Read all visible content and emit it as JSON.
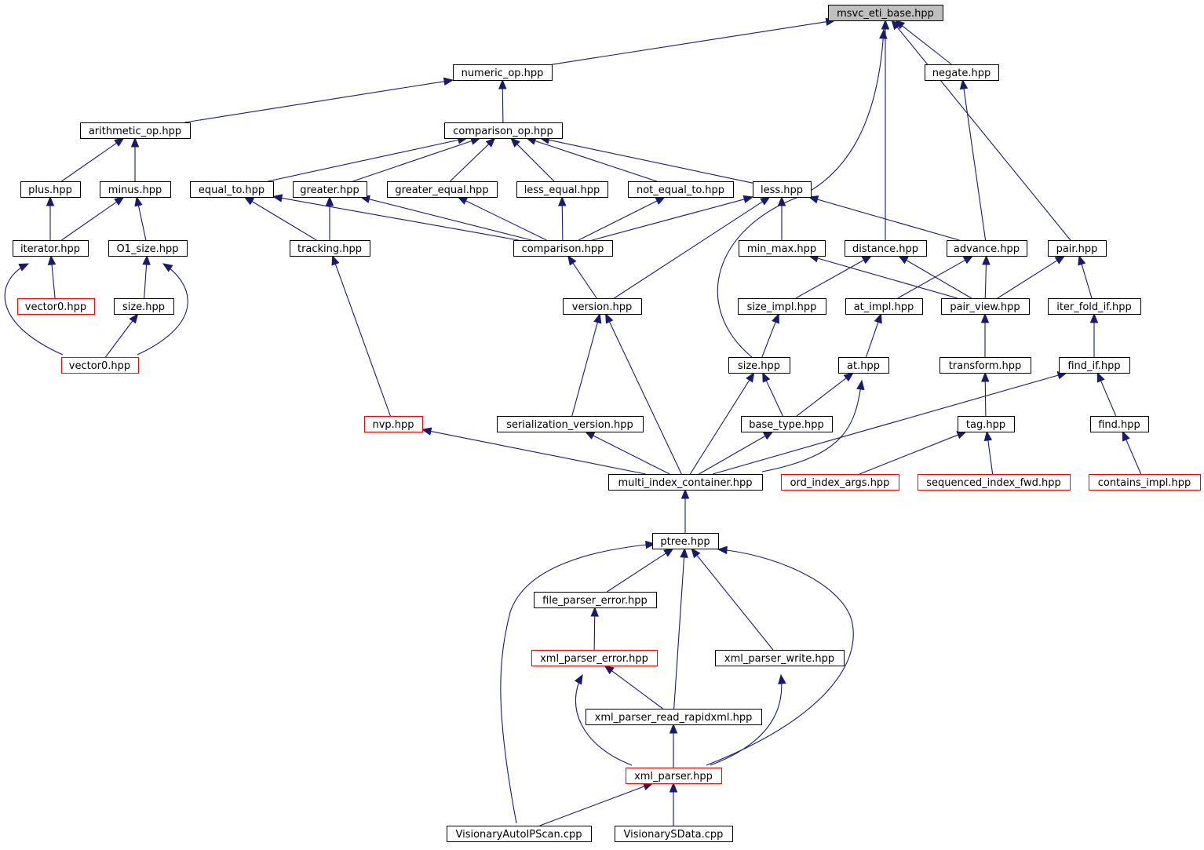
{
  "colors": {
    "edge": "#191970",
    "node_border": "#000000",
    "node_border_incomplete": "#ff0000",
    "root_fill": "#bfbfbf"
  },
  "nodes": [
    {
      "id": "msvc_eti_base",
      "label": "msvc_eti_base.hpp",
      "style": "root"
    },
    {
      "id": "numeric_op",
      "label": "numeric_op.hpp",
      "style": "normal"
    },
    {
      "id": "negate",
      "label": "negate.hpp",
      "style": "normal"
    },
    {
      "id": "arithmetic_op",
      "label": "arithmetic_op.hpp",
      "style": "normal"
    },
    {
      "id": "comparison_op",
      "label": "comparison_op.hpp",
      "style": "normal"
    },
    {
      "id": "plus",
      "label": "plus.hpp",
      "style": "normal"
    },
    {
      "id": "minus",
      "label": "minus.hpp",
      "style": "normal"
    },
    {
      "id": "equal_to",
      "label": "equal_to.hpp",
      "style": "normal"
    },
    {
      "id": "greater",
      "label": "greater.hpp",
      "style": "normal"
    },
    {
      "id": "greater_equal",
      "label": "greater_equal.hpp",
      "style": "normal"
    },
    {
      "id": "less_equal",
      "label": "less_equal.hpp",
      "style": "normal"
    },
    {
      "id": "not_equal_to",
      "label": "not_equal_to.hpp",
      "style": "normal"
    },
    {
      "id": "less",
      "label": "less.hpp",
      "style": "normal"
    },
    {
      "id": "iterator",
      "label": "iterator.hpp",
      "style": "normal"
    },
    {
      "id": "o1_size",
      "label": "O1_size.hpp",
      "style": "normal"
    },
    {
      "id": "tracking",
      "label": "tracking.hpp",
      "style": "normal"
    },
    {
      "id": "comparison",
      "label": "comparison.hpp",
      "style": "normal"
    },
    {
      "id": "min_max",
      "label": "min_max.hpp",
      "style": "normal"
    },
    {
      "id": "distance",
      "label": "distance.hpp",
      "style": "normal"
    },
    {
      "id": "advance",
      "label": "advance.hpp",
      "style": "normal"
    },
    {
      "id": "pair",
      "label": "pair.hpp",
      "style": "normal"
    },
    {
      "id": "vector0_a",
      "label": "vector0.hpp",
      "style": "red"
    },
    {
      "id": "size_a",
      "label": "size.hpp",
      "style": "normal"
    },
    {
      "id": "version",
      "label": "version.hpp",
      "style": "normal"
    },
    {
      "id": "size_impl",
      "label": "size_impl.hpp",
      "style": "normal"
    },
    {
      "id": "at_impl",
      "label": "at_impl.hpp",
      "style": "normal"
    },
    {
      "id": "pair_view",
      "label": "pair_view.hpp",
      "style": "normal"
    },
    {
      "id": "iter_fold_if",
      "label": "iter_fold_if.hpp",
      "style": "normal"
    },
    {
      "id": "vector0_b",
      "label": "vector0.hpp",
      "style": "red"
    },
    {
      "id": "size_b",
      "label": "size.hpp",
      "style": "normal"
    },
    {
      "id": "at",
      "label": "at.hpp",
      "style": "normal"
    },
    {
      "id": "transform",
      "label": "transform.hpp",
      "style": "normal"
    },
    {
      "id": "find_if",
      "label": "find_if.hpp",
      "style": "normal"
    },
    {
      "id": "nvp",
      "label": "nvp.hpp",
      "style": "red"
    },
    {
      "id": "serialization_version",
      "label": "serialization_version.hpp",
      "style": "normal"
    },
    {
      "id": "base_type",
      "label": "base_type.hpp",
      "style": "normal"
    },
    {
      "id": "tag",
      "label": "tag.hpp",
      "style": "normal"
    },
    {
      "id": "find",
      "label": "find.hpp",
      "style": "normal"
    },
    {
      "id": "multi_index_container",
      "label": "multi_index_container.hpp",
      "style": "normal"
    },
    {
      "id": "ord_index_args",
      "label": "ord_index_args.hpp",
      "style": "red"
    },
    {
      "id": "sequenced_index_fwd",
      "label": "sequenced_index_fwd.hpp",
      "style": "red"
    },
    {
      "id": "contains_impl",
      "label": "contains_impl.hpp",
      "style": "red"
    },
    {
      "id": "ptree",
      "label": "ptree.hpp",
      "style": "normal"
    },
    {
      "id": "file_parser_error",
      "label": "file_parser_error.hpp",
      "style": "normal"
    },
    {
      "id": "xml_parser_error",
      "label": "xml_parser_error.hpp",
      "style": "red"
    },
    {
      "id": "xml_parser_write",
      "label": "xml_parser_write.hpp",
      "style": "normal"
    },
    {
      "id": "xml_parser_read_rapidxml",
      "label": "xml_parser_read_rapidxml.hpp",
      "style": "normal"
    },
    {
      "id": "xml_parser",
      "label": "xml_parser.hpp",
      "style": "red"
    },
    {
      "id": "visionary_autoip",
      "label": "VisionaryAutoIPScan.cpp",
      "style": "normal"
    },
    {
      "id": "visionary_sdata",
      "label": "VisionarySData.cpp",
      "style": "normal"
    }
  ],
  "edges": [
    {
      "from": "numeric_op",
      "to": "msvc_eti_base"
    },
    {
      "from": "negate",
      "to": "msvc_eti_base"
    },
    {
      "from": "pair",
      "to": "msvc_eti_base"
    },
    {
      "from": "distance",
      "to": "msvc_eti_base"
    },
    {
      "from": "size_b",
      "to": "msvc_eti_base"
    },
    {
      "from": "arithmetic_op",
      "to": "numeric_op"
    },
    {
      "from": "comparison_op",
      "to": "numeric_op"
    },
    {
      "from": "plus",
      "to": "arithmetic_op"
    },
    {
      "from": "minus",
      "to": "arithmetic_op"
    },
    {
      "from": "equal_to",
      "to": "comparison_op"
    },
    {
      "from": "greater",
      "to": "comparison_op"
    },
    {
      "from": "greater_equal",
      "to": "comparison_op"
    },
    {
      "from": "less_equal",
      "to": "comparison_op"
    },
    {
      "from": "not_equal_to",
      "to": "comparison_op"
    },
    {
      "from": "less",
      "to": "comparison_op"
    },
    {
      "from": "iterator",
      "to": "plus"
    },
    {
      "from": "iterator",
      "to": "minus"
    },
    {
      "from": "o1_size",
      "to": "minus"
    },
    {
      "from": "tracking",
      "to": "equal_to"
    },
    {
      "from": "tracking",
      "to": "greater"
    },
    {
      "from": "comparison",
      "to": "equal_to"
    },
    {
      "from": "comparison",
      "to": "greater"
    },
    {
      "from": "comparison",
      "to": "greater_equal"
    },
    {
      "from": "comparison",
      "to": "less_equal"
    },
    {
      "from": "comparison",
      "to": "not_equal_to"
    },
    {
      "from": "comparison",
      "to": "less"
    },
    {
      "from": "min_max",
      "to": "less"
    },
    {
      "from": "advance",
      "to": "less"
    },
    {
      "from": "version",
      "to": "less"
    },
    {
      "from": "advance",
      "to": "negate"
    },
    {
      "from": "vector0_a",
      "to": "iterator"
    },
    {
      "from": "vector0_b",
      "to": "iterator"
    },
    {
      "from": "size_a",
      "to": "o1_size"
    },
    {
      "from": "vector0_b",
      "to": "o1_size"
    },
    {
      "from": "vector0_b",
      "to": "size_a"
    },
    {
      "from": "version",
      "to": "comparison"
    },
    {
      "from": "pair_view",
      "to": "min_max"
    },
    {
      "from": "size_impl",
      "to": "distance"
    },
    {
      "from": "pair_view",
      "to": "distance"
    },
    {
      "from": "at_impl",
      "to": "advance"
    },
    {
      "from": "pair_view",
      "to": "advance"
    },
    {
      "from": "pair_view",
      "to": "pair"
    },
    {
      "from": "iter_fold_if",
      "to": "pair"
    },
    {
      "from": "size_b",
      "to": "size_impl"
    },
    {
      "from": "at",
      "to": "at_impl"
    },
    {
      "from": "transform",
      "to": "pair_view"
    },
    {
      "from": "find_if",
      "to": "iter_fold_if"
    },
    {
      "from": "nvp",
      "to": "tracking"
    },
    {
      "from": "serialization_version",
      "to": "version"
    },
    {
      "from": "multi_index_container",
      "to": "version"
    },
    {
      "from": "base_type",
      "to": "size_b"
    },
    {
      "from": "multi_index_container",
      "to": "size_b"
    },
    {
      "from": "base_type",
      "to": "at"
    },
    {
      "from": "multi_index_container",
      "to": "at"
    },
    {
      "from": "tag",
      "to": "transform"
    },
    {
      "from": "multi_index_container",
      "to": "find_if"
    },
    {
      "from": "find",
      "to": "find_if"
    },
    {
      "from": "multi_index_container",
      "to": "nvp"
    },
    {
      "from": "multi_index_container",
      "to": "serialization_version"
    },
    {
      "from": "multi_index_container",
      "to": "base_type"
    },
    {
      "from": "ord_index_args",
      "to": "tag"
    },
    {
      "from": "sequenced_index_fwd",
      "to": "tag"
    },
    {
      "from": "contains_impl",
      "to": "find"
    },
    {
      "from": "ptree",
      "to": "multi_index_container"
    },
    {
      "from": "file_parser_error",
      "to": "ptree"
    },
    {
      "from": "xml_parser_read_rapidxml",
      "to": "ptree"
    },
    {
      "from": "xml_parser_write",
      "to": "ptree"
    },
    {
      "from": "xml_parser",
      "to": "ptree"
    },
    {
      "from": "visionary_autoip",
      "to": "ptree"
    },
    {
      "from": "xml_parser_error",
      "to": "file_parser_error"
    },
    {
      "from": "xml_parser_read_rapidxml",
      "to": "xml_parser_error"
    },
    {
      "from": "xml_parser",
      "to": "xml_parser_error"
    },
    {
      "from": "xml_parser",
      "to": "xml_parser_write"
    },
    {
      "from": "xml_parser",
      "to": "xml_parser_read_rapidxml"
    },
    {
      "from": "visionary_autoip",
      "to": "xml_parser"
    },
    {
      "from": "visionary_sdata",
      "to": "xml_parser"
    }
  ]
}
